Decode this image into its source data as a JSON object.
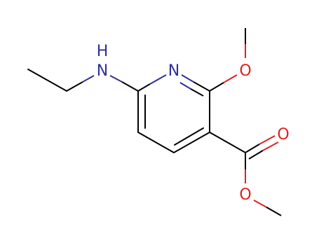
{
  "molecule": {
    "atoms": {
      "amine_n": {
        "text": "N"
      },
      "amine_h": {
        "text": "H"
      },
      "ring_n": {
        "text": "N"
      },
      "methoxy_o": {
        "text": "O"
      },
      "carbonyl_o": {
        "text": "O"
      },
      "ester_o": {
        "text": "O"
      }
    }
  },
  "colors": {
    "carbon_bond": "#000000",
    "nitrogen": "#2f2f9a",
    "oxygen": "#e02020",
    "background": "#ffffff"
  }
}
